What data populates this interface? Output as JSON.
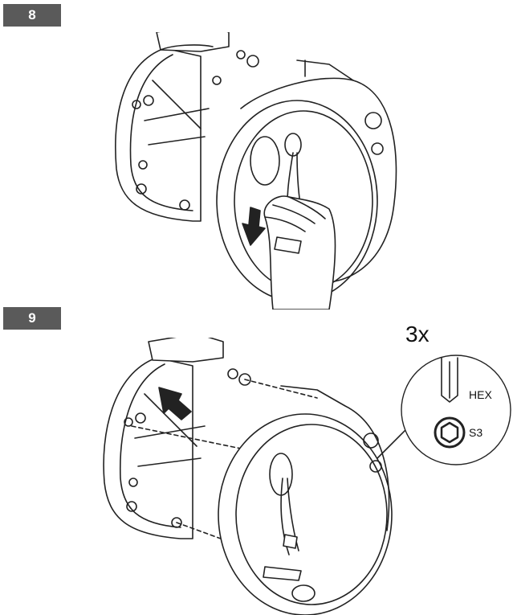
{
  "steps": [
    {
      "number": "8"
    },
    {
      "number": "9"
    }
  ],
  "step9": {
    "quantity": "3x",
    "tool_label": "HEX",
    "tool_size": "S3"
  },
  "colors": {
    "badge_bg": "#5a5a5a",
    "badge_text": "#ffffff",
    "line": "#222222"
  }
}
